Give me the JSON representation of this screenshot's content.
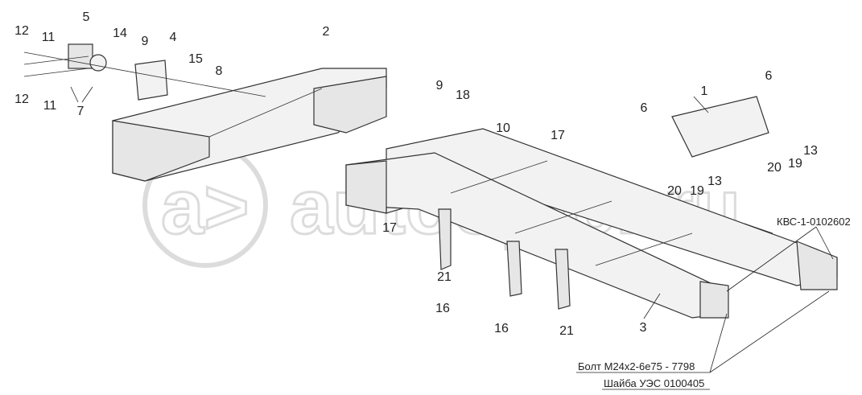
{
  "watermark": "autoopter.ru",
  "callouts": [
    "12",
    "11",
    "5",
    "14",
    "9",
    "4",
    "2",
    "15",
    "8",
    "12",
    "11",
    "7",
    "1",
    "6",
    "6",
    "9",
    "18",
    "10",
    "17",
    "13",
    "20",
    "19",
    "20",
    "19",
    "13",
    "17",
    "21",
    "16",
    "16",
    "21",
    "3"
  ],
  "annotations": {
    "assembly_code": "КВС-1-0102602",
    "bolt": "Болт М24х2-6е75 - 7798",
    "washer": "Шайба УЭС 0100405"
  }
}
